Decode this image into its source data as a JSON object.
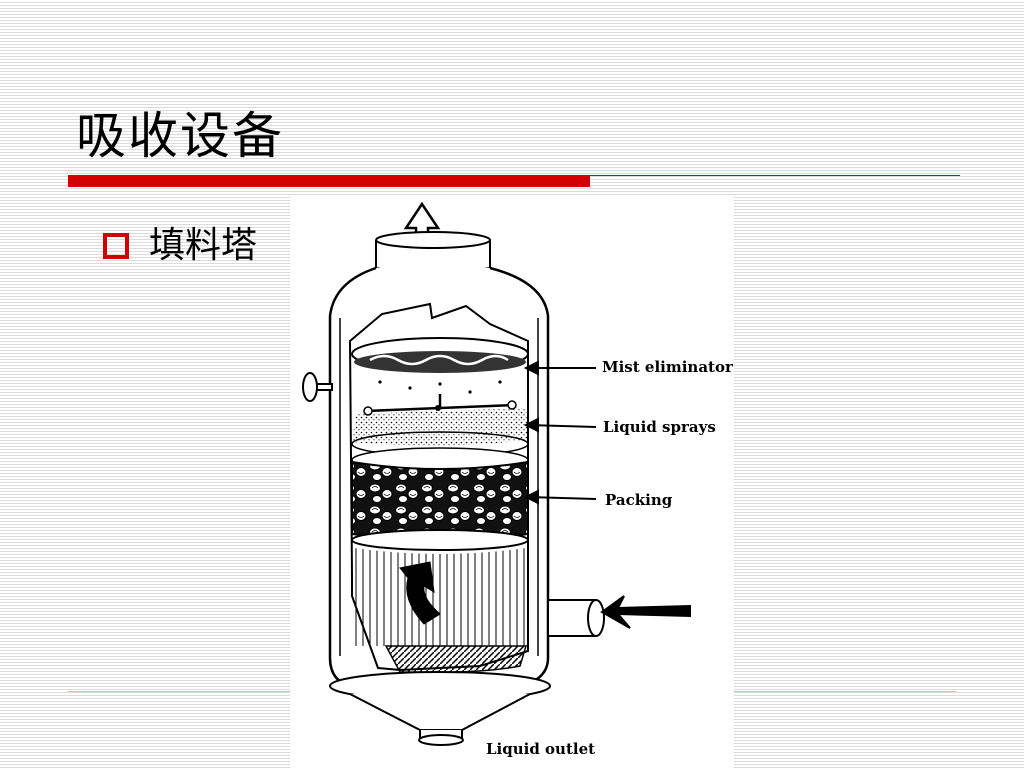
{
  "slide": {
    "title": "吸收设备",
    "bullet": "填料塔"
  },
  "diagram": {
    "labels": {
      "mist_eliminator": "Mist eliminator",
      "liquid_sprays": "Liquid sprays",
      "packing": "Packing",
      "liquid_outlet": "Liquid outlet"
    }
  },
  "colors": {
    "accent": "#d20000",
    "ink": "#000000"
  }
}
